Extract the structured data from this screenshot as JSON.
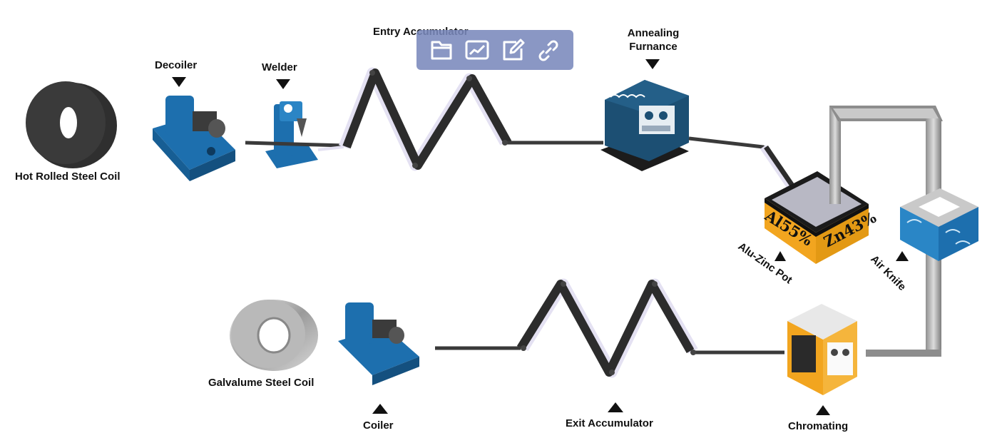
{
  "diagram": {
    "labels": {
      "hot_rolled_coil": "Hot Rolled Steel Coil",
      "decoiler": "Decoiler",
      "welder": "Welder",
      "entry_accumulator": "Entry Accumulator",
      "annealing_line1": "Annealing",
      "annealing_line2": "Furnance",
      "pot_text_al": "Al55%",
      "pot_text_zn": "Zn43%",
      "alu_zinc_pot": "Alu-Zinc Pot",
      "air_knife": "Air Knife",
      "chromating": "Chromating",
      "exit_accumulator": "Exit Accumulator",
      "coiler": "Coiler",
      "galvalume_coil": "Galvalume Steel Coil"
    },
    "colors": {
      "machine_blue": "#1d6fae",
      "furnace_navy": "#1c4f73",
      "pot_orange": "#f2a51f",
      "strip_dark": "#2c2c2c",
      "strip_light": "#e4e1f2",
      "toolbar_bg": "#7a89bc"
    }
  },
  "toolbar": {
    "icons": [
      "folder-icon",
      "chart-icon",
      "edit-icon",
      "link-icon"
    ]
  }
}
